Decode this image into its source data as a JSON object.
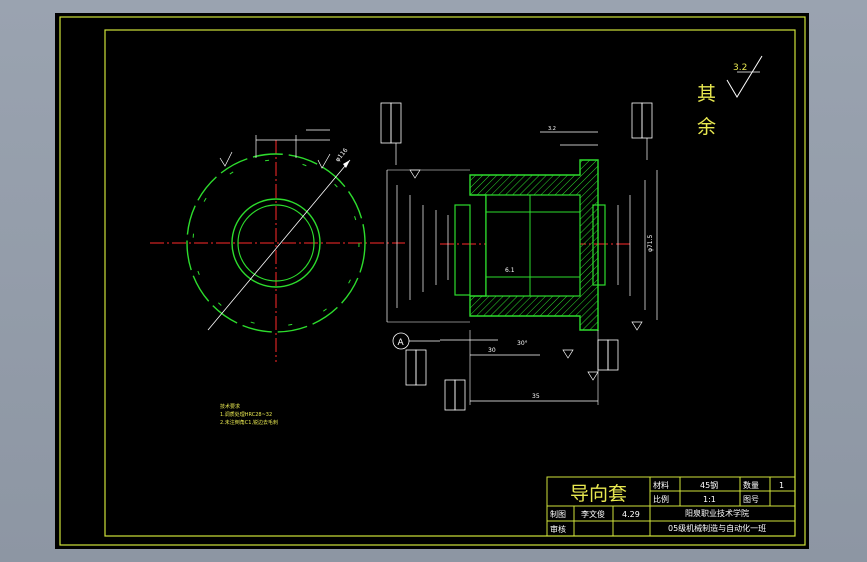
{
  "drawing": {
    "background": "#000000",
    "frame_color": "#cfe23a",
    "line_color": "#ffffff",
    "part_color": "#2ddc2d",
    "center_color": "#ff2a2a",
    "yellow_text": "#e8e850"
  },
  "roughness": {
    "label": "其余",
    "value": "3.2"
  },
  "datum": {
    "letter": "A"
  },
  "notes": {
    "title": "技术要求",
    "line1": "1.调质处理HRC28~32",
    "line2": "2.未注倒角C1,锐边去毛刺"
  },
  "dimensions": {
    "left_dia": "φ116",
    "len_total": "35",
    "len_a": "30",
    "len_b": "6.1",
    "angle": "30°",
    "dia_right": "φ71.5",
    "dim_small": "3.2"
  },
  "title_block": {
    "part_name": "导向套",
    "material_label": "材料",
    "material": "45钢",
    "qty_label": "数量",
    "qty": "1",
    "scale_label": "比例",
    "scale": "1:1",
    "drawing_no_label": "图号",
    "drawing_no": "",
    "drawn_label": "制图",
    "drawn_by": "李文俊",
    "date": "4.29",
    "check_label": "审核",
    "school": "阳泉职业技术学院",
    "class": "05级机械制造与自动化一班"
  }
}
